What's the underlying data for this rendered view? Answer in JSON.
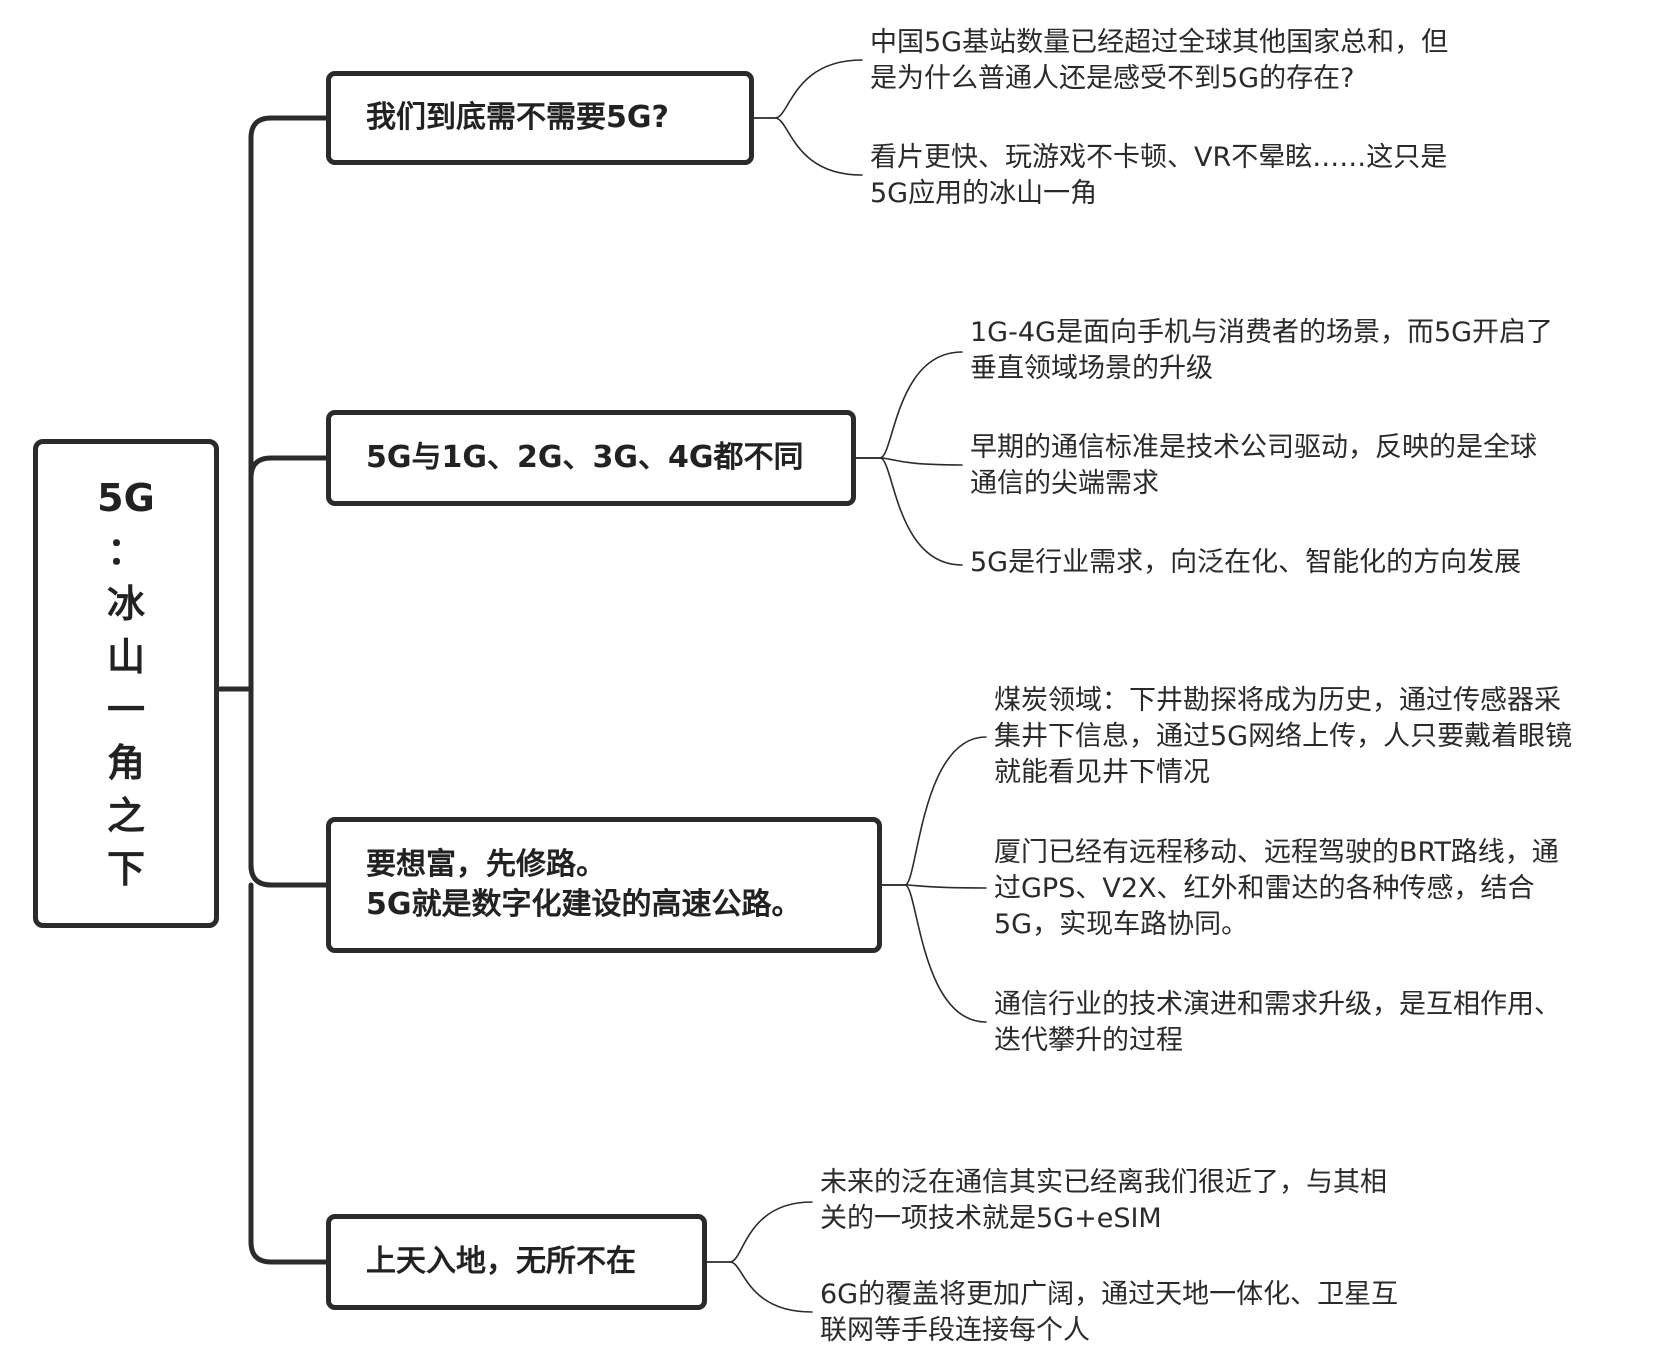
{
  "root": {
    "lines": [
      "5G",
      "：",
      "冰",
      "山",
      "一",
      "角",
      "之",
      "下"
    ]
  },
  "topics": [
    {
      "lines": [
        "我们到底需不需要5G?"
      ],
      "leaves": [
        {
          "lines": [
            "中国5G基站数量已经超过全球其他国家总和，但",
            "是为什么普通人还是感受不到5G的存在?"
          ]
        },
        {
          "lines": [
            "看片更快、玩游戏不卡顿、VR不晕眩……这只是",
            "5G应用的冰山一角"
          ]
        }
      ]
    },
    {
      "lines": [
        "5G与1G、2G、3G、4G都不同"
      ],
      "leaves": [
        {
          "lines": [
            "1G-4G是面向手机与消费者的场景，而5G开启了",
            "垂直领域场景的升级"
          ]
        },
        {
          "lines": [
            "早期的通信标准是技术公司驱动，反映的是全球",
            "通信的尖端需求"
          ]
        },
        {
          "lines": [
            "5G是行业需求，向泛在化、智能化的方向发展"
          ]
        }
      ]
    },
    {
      "lines": [
        "要想富，先修路。",
        "5G就是数字化建设的高速公路。"
      ],
      "leaves": [
        {
          "lines": [
            "煤炭领域：下井勘探将成为历史，通过传感器采",
            "集井下信息，通过5G网络上传，人只要戴着眼镜",
            "就能看见井下情况"
          ]
        },
        {
          "lines": [
            "厦门已经有远程移动、远程驾驶的BRT路线，通",
            "过GPS、V2X、红外和雷达的各种传感，结合",
            "5G，实现车路协同。"
          ]
        },
        {
          "lines": [
            "通信行业的技术演进和需求升级，是互相作用、",
            "迭代攀升的过程"
          ]
        }
      ]
    },
    {
      "lines": [
        "上天入地，无所不在"
      ],
      "leaves": [
        {
          "lines": [
            "未来的泛在通信其实已经离我们很近了，与其相",
            "关的一项技术就是5G+eSIM"
          ]
        },
        {
          "lines": [
            "6G的覆盖将更加广阔，通过天地一体化、卫星互",
            "联网等手段连接每个人"
          ]
        }
      ]
    }
  ]
}
